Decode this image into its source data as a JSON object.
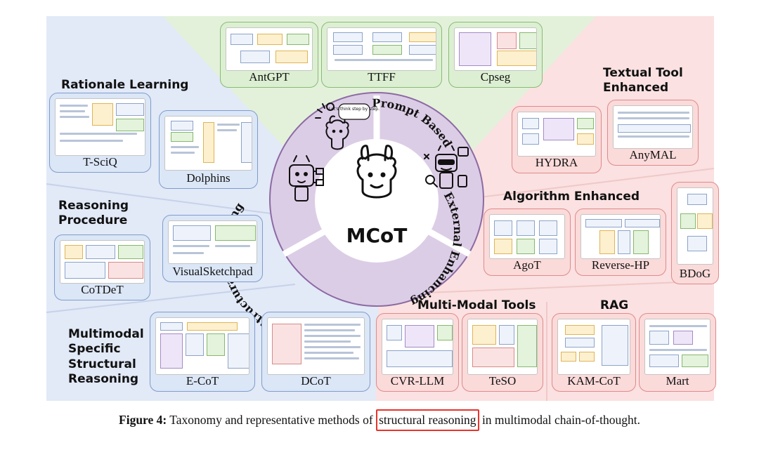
{
  "center": {
    "title": "MCoT"
  },
  "segments": {
    "prompt_based": "Prompt Based",
    "external_enhancing": "External Enhancing",
    "structural_reasoning": "Structural Reasoning",
    "speech_bubble": "Let's think step by step."
  },
  "categories": {
    "rationale_learning": "Rationale Learning",
    "reasoning_procedure": [
      "Reasoning",
      "Procedure"
    ],
    "multimodal_specific": [
      "Multimodal",
      "Specific",
      "Structural",
      "Reasoning"
    ],
    "textual_tool": [
      "Textual Tool",
      "Enhanced"
    ],
    "algorithm_enhanced": "Algorithm Enhanced",
    "multi_modal_tools": "Multi-Modal Tools",
    "rag": "RAG"
  },
  "methods": {
    "antgpt": "AntGPT",
    "ttff": "TTFF",
    "cpseg": "Cpseg",
    "tsciq": "T-SciQ",
    "dolphins": "Dolphins",
    "cotdet": "CoTDeT",
    "visualsketchpad": "VisualSketchpad",
    "ecot": "E-CoT",
    "dcot": "DCoT",
    "hydra": "HYDRA",
    "anymal": "AnyMAL",
    "agot": "AgoT",
    "reversehp": "Reverse-HP",
    "bdog": "BDoG",
    "cvrllm": "CVR-LLM",
    "teso": "TeSO",
    "kamcot": "KAM-CoT",
    "mart": "Mart"
  },
  "caption": {
    "figure": "Figure 4:",
    "before": " Taxonomy and representative methods of ",
    "highlight": "structural reasoning",
    "after": " in multimodal chain-of-thought."
  },
  "colors": {
    "blue_region": "#e2e9f7",
    "green_region": "#e3f1da",
    "red_region": "#fbe1e1",
    "ring": "#dccde6",
    "ring_border": "#8c6aa3",
    "highlight_box": "#e8322c"
  }
}
